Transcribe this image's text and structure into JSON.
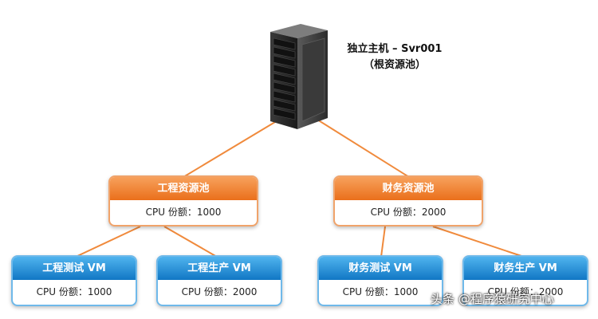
{
  "host": {
    "name": "独立主机 – Svr001",
    "subtitle": "（根资源池）",
    "icon": "server-rack-icon"
  },
  "colors": {
    "connector": "#f08a3c",
    "pool_header": "#ef7d2a",
    "pool_border": "#f0a36a",
    "vm_header": "#1a8fd8",
    "vm_border": "#6fb9ea"
  },
  "pools": [
    {
      "title": "工程资源池",
      "detail": "CPU 份额：1000",
      "vms": [
        {
          "title": "工程测试 VM",
          "detail": "CPU 份额：1000"
        },
        {
          "title": "工程生产 VM",
          "detail": "CPU 份额：2000"
        }
      ]
    },
    {
      "title": "财务资源池",
      "detail": "CPU 份额：2000",
      "vms": [
        {
          "title": "财务测试 VM",
          "detail": "CPU 份额：1000"
        },
        {
          "title": "财务生产 VM",
          "detail": "CPU 份额：2000"
        }
      ]
    }
  ],
  "watermark": "头条 @程序猿研究中心"
}
